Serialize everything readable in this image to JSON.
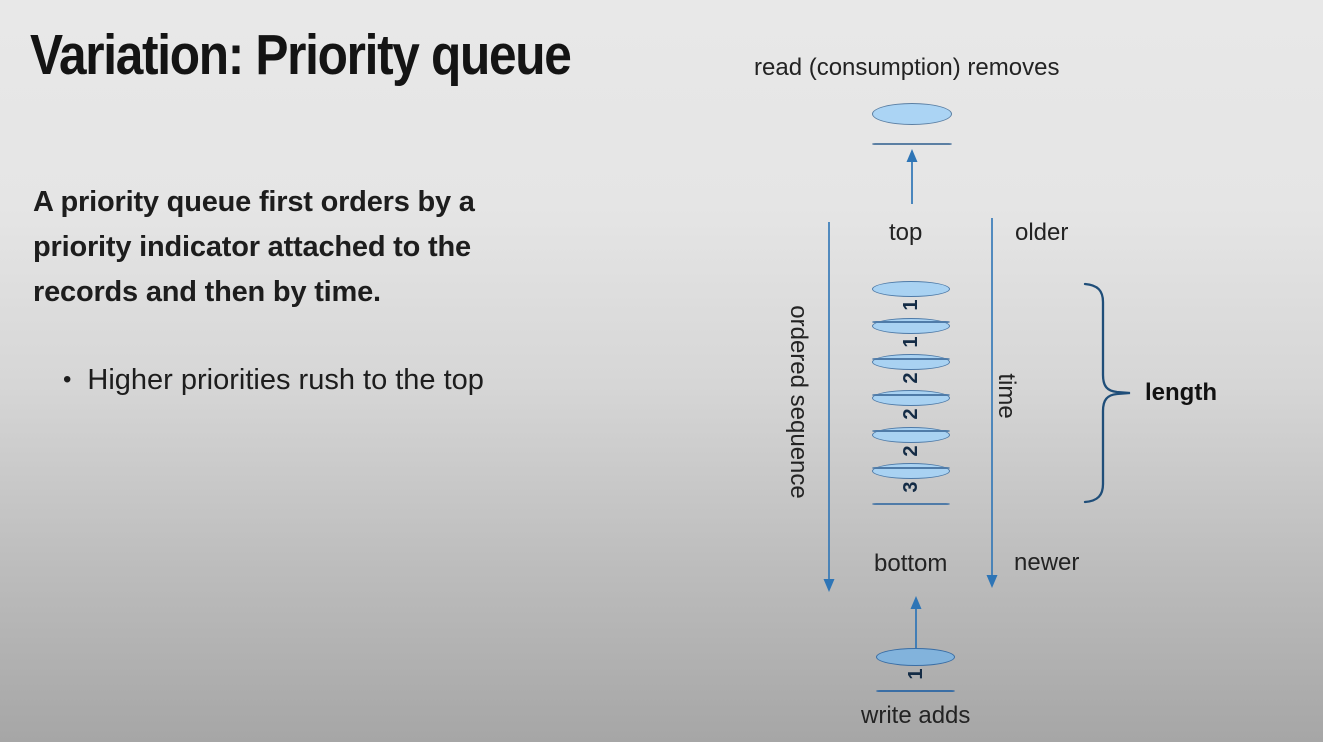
{
  "slide": {
    "title": "Variation: Priority queue",
    "body": "A priority queue first orders by a priority indicator attached to the records and then by time.",
    "bullet_marker": "•",
    "bullet": "Higher priorities rush to the top"
  },
  "diagram": {
    "read_label": "read (consumption) removes",
    "top_label": "top",
    "older_label": "older",
    "ordered_sequence_label": "ordered sequence",
    "time_label": "time",
    "length_label": "length",
    "bottom_label": "bottom",
    "newer_label": "newer",
    "write_label": "write adds",
    "stack": {
      "items": [
        "1",
        "1",
        "2",
        "2",
        "2",
        "3"
      ]
    },
    "incoming_record": "1"
  },
  "colors": {
    "arrow": "#2e75b6",
    "brace": "#1f4e79",
    "cylinder_fill": "#9cc6ec",
    "cylinder_stroke": "#4f7ba8",
    "incoming_cylinder_fill": "#74a7d4",
    "digit": "#142c46",
    "background_top": "#e8e8e8",
    "background_bottom": "#a6a6a6",
    "text": "#1d1d1d"
  }
}
